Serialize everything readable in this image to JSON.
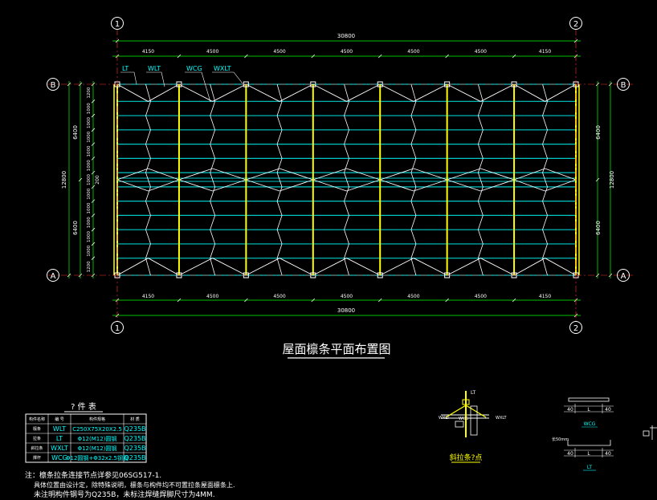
{
  "drawing": {
    "title": "屋面檩条平面布置图",
    "grid_cols": [
      "1",
      "2"
    ],
    "grid_rows": [
      "B",
      "A"
    ],
    "total_width": "30800",
    "bay_widths": [
      "4150",
      "4500",
      "4500",
      "4500",
      "4500",
      "4500",
      "4150"
    ],
    "total_depth": "12800",
    "half_depths": [
      "6400",
      "6400"
    ],
    "purlin_spacings": [
      "1200",
      "1000",
      "1000",
      "1000",
      "1000",
      "1000",
      "1000",
      "1000",
      "1000",
      "1000",
      "1000",
      "1000",
      "1200"
    ],
    "ridge_label": "200",
    "member_labels": {
      "lt": "LT",
      "wlt": "WLT",
      "wcg": "WCG",
      "wxlt": "WXLT"
    }
  },
  "parts_table": {
    "title": "? 件 表",
    "headers": [
      "构件名称",
      "编 号",
      "构件规格",
      "材 质"
    ],
    "rows": [
      [
        "檩条",
        "WLT",
        "C250X75X20X2.5",
        "Q235B"
      ],
      [
        "拉条",
        "LT",
        "Φ12(M12)圆钢",
        "Q235B"
      ],
      [
        "斜拉条",
        "WXLT",
        "Φ12(M12)圆钢",
        "Q235B"
      ],
      [
        "撑杆",
        "WCG",
        "Φ12圆钢+Φ32x2.5钢管",
        "Q235B"
      ]
    ]
  },
  "notes": [
    "注：檩条拉条连接节点详参见06SG517-1.",
    "具体位置由设计定，除特殊说明，檩条与构件均不可置拉条屋面檩条上.",
    "未注明构件钢号为Q235B，未标注焊缝焊脚尺寸为4MM."
  ],
  "details": {
    "node_label": "LT",
    "node_left_label": "WXLT",
    "node_right_label": "WXLT",
    "node_mid_label": "WCG",
    "node_caption": "斜拉条?点",
    "wcg_dims": [
      "40",
      "L",
      "40"
    ],
    "wcg_caption": "WCG",
    "lt_note": "长50mm",
    "lt_dims": [
      "40",
      "L",
      "40"
    ],
    "lt_caption": "LT"
  },
  "colors": {
    "background": "#000000",
    "purlin": "#00c8c8",
    "tie": "#ffffff",
    "strut": "#ffff00",
    "dimension": "#00ff00",
    "title": "#ffffff"
  }
}
